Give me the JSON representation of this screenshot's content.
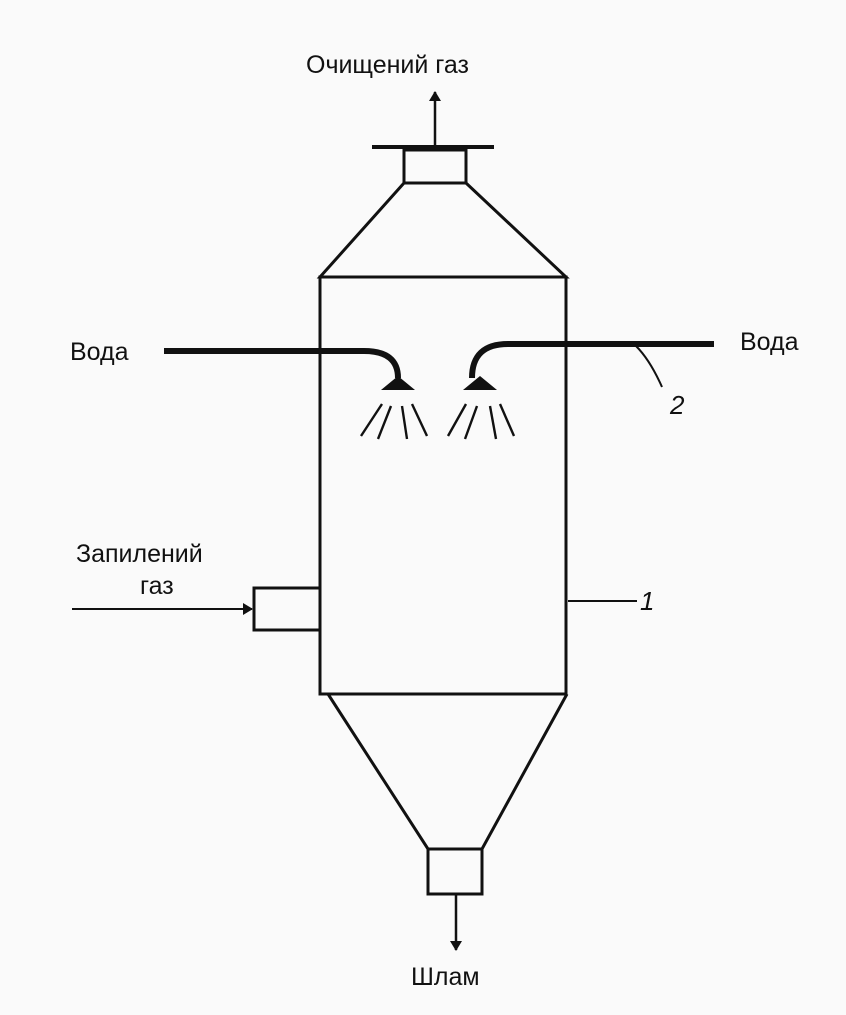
{
  "labels": {
    "clean_gas": "Очищений газ",
    "water_left": "Вода",
    "water_right": "Вода",
    "dusty_gas_line1": "Запилений",
    "dusty_gas_line2": "газ",
    "sludge": "Шлам",
    "callout_1": "1",
    "callout_2": "2"
  },
  "colors": {
    "line": "#111111",
    "background": "#fafafa"
  }
}
